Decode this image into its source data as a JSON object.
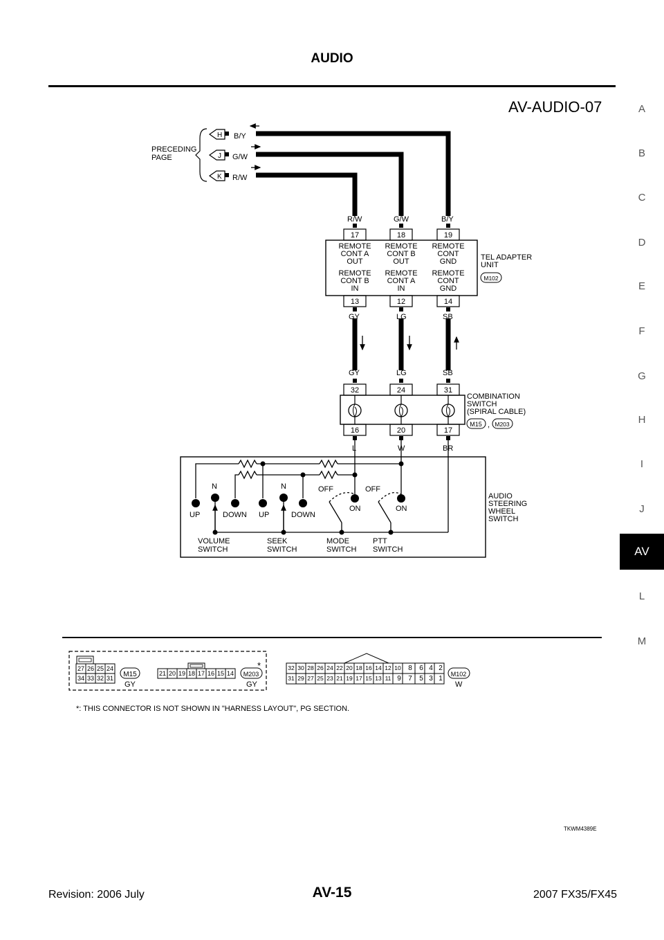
{
  "header": {
    "title": "AUDIO",
    "diagram_code": "AV-AUDIO-07"
  },
  "side_tabs": [
    "A",
    "B",
    "C",
    "D",
    "E",
    "F",
    "G",
    "H",
    "I",
    "J",
    "AV",
    "L",
    "M"
  ],
  "active_tab": "AV",
  "preceding_page": {
    "label_line1": "PRECEDING",
    "label_line2": "PAGE",
    "connectors": [
      {
        "letter": "H",
        "wire": "B/Y"
      },
      {
        "letter": "J",
        "wire": "G/W"
      },
      {
        "letter": "K",
        "wire": "R/W"
      }
    ]
  },
  "tel_adapter": {
    "name_line1": "TEL ADAPTER",
    "name_line2": "UNIT",
    "connector": "M102",
    "top_wires": [
      "R/W",
      "G/W",
      "B/Y"
    ],
    "top_pins": [
      "17",
      "18",
      "19"
    ],
    "top_functions": [
      [
        "REMOTE",
        "CONT A",
        "OUT"
      ],
      [
        "REMOTE",
        "CONT B",
        "OUT"
      ],
      [
        "REMOTE",
        "CONT",
        "GND"
      ]
    ],
    "bottom_functions": [
      [
        "REMOTE",
        "CONT B",
        "IN"
      ],
      [
        "REMOTE",
        "CONT A",
        "IN"
      ],
      [
        "REMOTE",
        "CONT",
        "GND"
      ]
    ],
    "bottom_pins": [
      "13",
      "12",
      "14"
    ],
    "bottom_wires": [
      "GY",
      "LG",
      "SB"
    ]
  },
  "combination_switch": {
    "name_line1": "COMBINATION",
    "name_line2": "SWITCH",
    "name_line3": "(SPIRAL CABLE)",
    "connectors": [
      "M15",
      "M203"
    ],
    "separator": ",",
    "top_wires": [
      "GY",
      "LG",
      "SB"
    ],
    "top_pins": [
      "32",
      "24",
      "31"
    ],
    "bottom_pins": [
      "16",
      "20",
      "17"
    ],
    "bottom_wires": [
      "L",
      "W",
      "BR"
    ]
  },
  "steering_switch": {
    "name_line1": "AUDIO",
    "name_line2": "STEERING",
    "name_line3": "WHEEL",
    "name_line4": "SWITCH",
    "volume": {
      "n": "N",
      "up": "UP",
      "down": "DOWN",
      "name1": "VOLUME",
      "name2": "SWITCH"
    },
    "seek": {
      "n": "N",
      "up": "UP",
      "down": "DOWN",
      "name1": "SEEK",
      "name2": "SWITCH"
    },
    "mode": {
      "off": "OFF",
      "on": "ON",
      "name1": "MODE",
      "name2": "SWITCH"
    },
    "ptt": {
      "off": "OFF",
      "on": "ON",
      "name1": "PTT",
      "name2": "SWITCH"
    }
  },
  "connector_views": {
    "m15": {
      "id": "M15",
      "color": "GY",
      "row1": [
        "27",
        "26",
        "25",
        "24"
      ],
      "row2": [
        "34",
        "33",
        "32",
        "31"
      ]
    },
    "m203": {
      "id": "M203",
      "color": "GY",
      "star": "*",
      "row1": [
        "21",
        "20",
        "19",
        "18",
        "17",
        "16",
        "15",
        "14"
      ]
    },
    "m102": {
      "id": "M102",
      "color": "W",
      "row1": [
        "32",
        "30",
        "28",
        "26",
        "24",
        "22",
        "20",
        "18",
        "16",
        "14",
        "12",
        "10",
        "8",
        "6",
        "4",
        "2"
      ],
      "row2": [
        "31",
        "29",
        "27",
        "25",
        "23",
        "21",
        "19",
        "17",
        "15",
        "13",
        "11",
        "9",
        "7",
        "5",
        "3",
        "1"
      ]
    }
  },
  "footnote": "*: THIS CONNECTOR IS NOT SHOWN IN \"HARNESS LAYOUT\", PG SECTION.",
  "image_code": "TKWM4389E",
  "footer": {
    "revision": "Revision: 2006 July",
    "page": "AV-15",
    "model": "2007 FX35/FX45"
  }
}
